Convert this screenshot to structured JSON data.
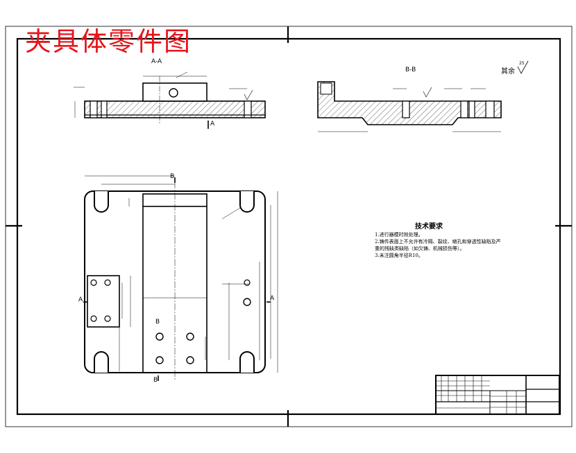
{
  "title": "夹具体零件图",
  "views": {
    "section_aa": "A-A",
    "section_bb": "B-B",
    "marker_a_left": "A",
    "marker_a_right": "A",
    "marker_b_top": "B",
    "marker_b_bottom": "B",
    "marker_b_mid": "B",
    "marker_a_aa": "A"
  },
  "roughness": {
    "label": "其余",
    "value": "25"
  },
  "technical_requirements": {
    "title": "技术要求",
    "items": [
      "1.进行器模时效处理。",
      "2.铸件表面上不允许有冷隔、裂纹、缩孔和穿透性缺陷及严",
      "重的残缺类缺陷（如欠铸、机械损伤等）。",
      "3.未注圆角半径R10。"
    ]
  },
  "colors": {
    "title_red": "#e8141a",
    "line": "#000000"
  }
}
